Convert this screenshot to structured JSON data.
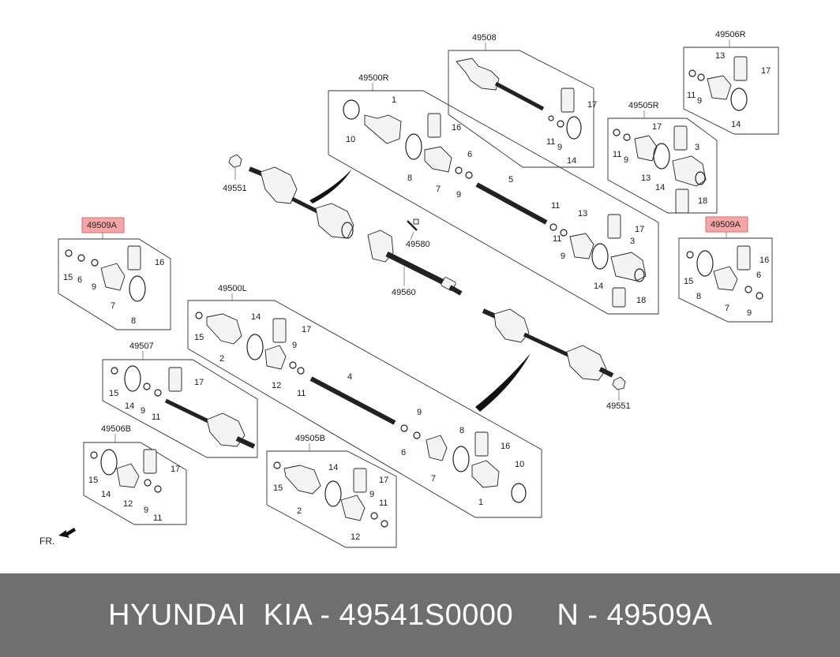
{
  "groups": {
    "g49508": "49508",
    "g49506R": "49506R",
    "g49500R": "49500R",
    "g49505R": "49505R",
    "g49509A_left": "49509A",
    "g49509A_right": "49509A",
    "g49500L": "49500L",
    "g49507": "49507",
    "g49506B": "49506B",
    "g49505B": "49505B"
  },
  "standalone": {
    "p49551_top": "49551",
    "p49580": "49580",
    "p49560": "49560",
    "p49551_bottom": "49551"
  },
  "direction_label": "FR.",
  "footer": {
    "text": "HYUNDAI  KIA - 49541S0000     N - 49509A"
  },
  "colors": {
    "highlight_fill": "#f4a6a6",
    "highlight_border": "#e06b6b",
    "footer_bg": "#6f6f6f"
  }
}
